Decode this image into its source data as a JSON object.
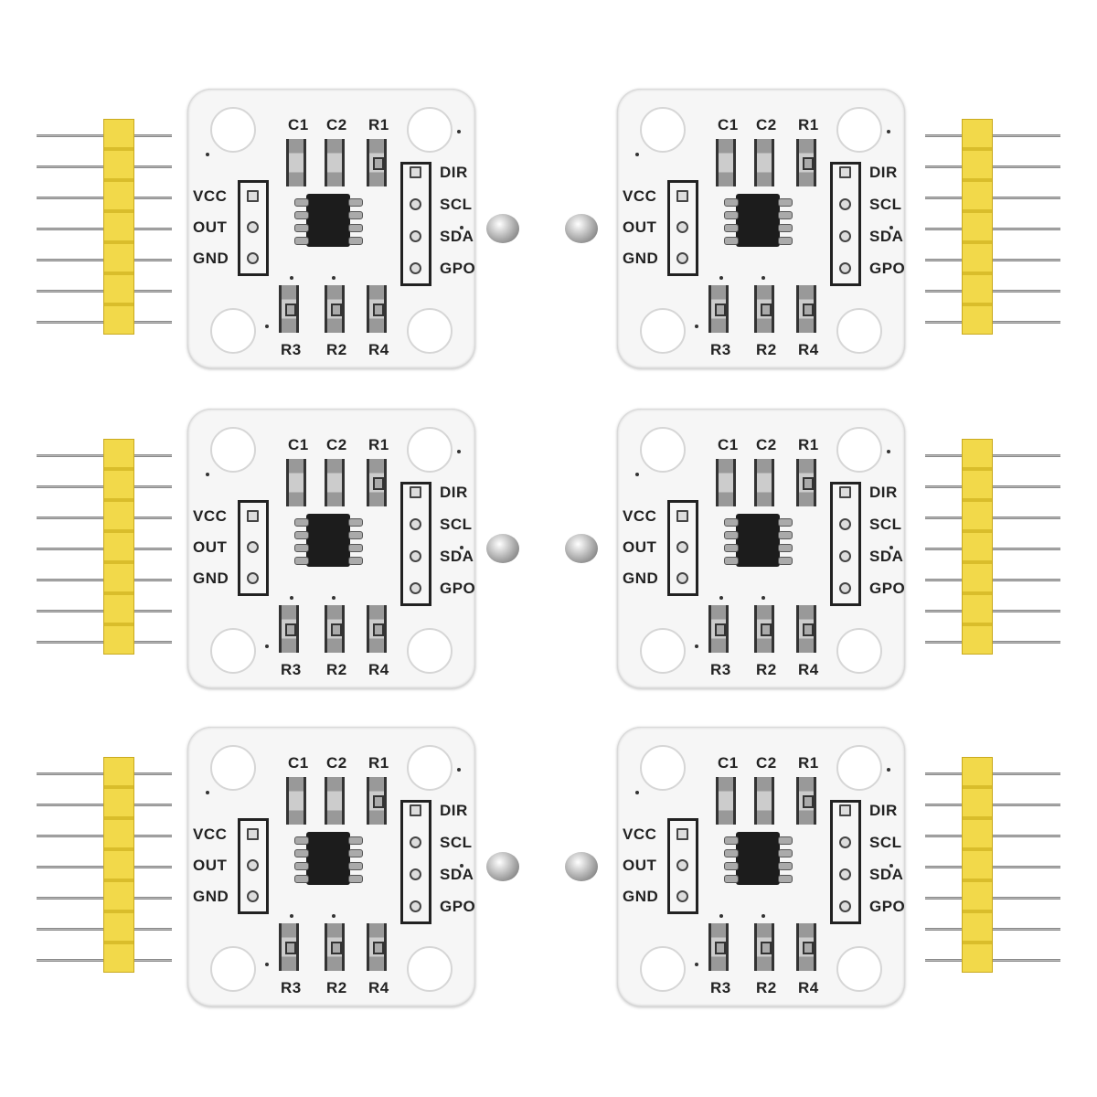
{
  "board": {
    "top_components": [
      "C1",
      "C2",
      "R1"
    ],
    "bottom_components": [
      "R3",
      "R2",
      "R4"
    ],
    "left_pins": [
      "VCC",
      "OUT",
      "GND"
    ],
    "right_pins": [
      "DIR",
      "SCL",
      "SDA",
      "GPO"
    ]
  },
  "colors": {
    "header_plastic": "#f2d94a",
    "board": "#f6f6f6"
  },
  "count": 6
}
